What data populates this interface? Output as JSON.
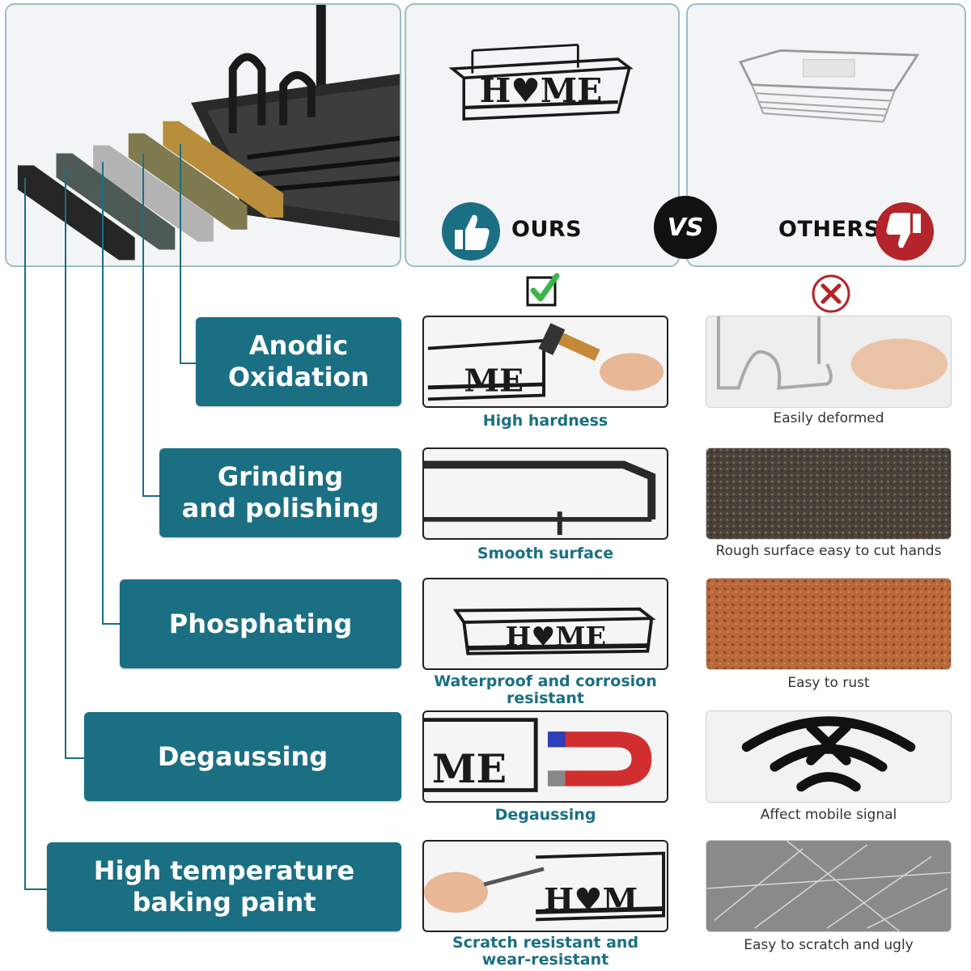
{
  "header": {
    "ours_label": "OURS",
    "others_label": "OTHERS",
    "vs_label": "VS",
    "product_word": "HOME"
  },
  "colors": {
    "accent": "#1b6f83",
    "good": "#3bb54a",
    "bad": "#b3242b",
    "panel_border": "#9cbcc8"
  },
  "processes": [
    {
      "label": "Anodic\nOxidation",
      "ours_caption": "High hardness",
      "others_caption": "Easily deformed"
    },
    {
      "label": "Grinding\nand polishing",
      "ours_caption": "Smooth surface",
      "others_caption": "Rough surface easy to cut hands"
    },
    {
      "label": "Phosphating",
      "ours_caption": "Waterproof and corrosion\nresistant",
      "others_caption": "Easy to rust"
    },
    {
      "label": "Degaussing",
      "ours_caption": "Degaussing",
      "others_caption": "Affect mobile signal"
    },
    {
      "label": "High temperature\nbaking paint",
      "ours_caption": "Scratch resistant and\nwear-resistant",
      "others_caption": "Easy to scratch and ugly"
    }
  ],
  "icons": {
    "ours_badge": "thumbs-up-icon",
    "others_badge": "thumbs-down-icon",
    "check": "checkmark-icon",
    "cross": "cross-icon"
  }
}
